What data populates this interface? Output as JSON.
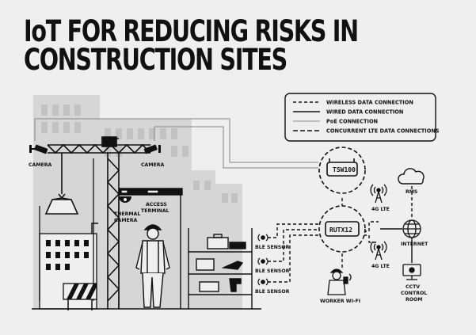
{
  "title": {
    "line1": "IoT FOR REDUCING RISKS IN",
    "line2": "CONSTRUCTION SITES"
  },
  "legend": [
    {
      "label": "WIRELESS DATA CONNECTION",
      "style": "dashed"
    },
    {
      "label": "WIRED DATA CONNECTION",
      "style": "solid"
    },
    {
      "label": "PoE CONNECTION",
      "style": "thin"
    },
    {
      "label": "CONCURRENT LTE DATA CONNECTIONS",
      "style": "dashed"
    }
  ],
  "labels": {
    "camera_left": "CAMERA",
    "camera_right": "CAMERA",
    "thermal_camera": [
      "THERMAL",
      "CAMERA"
    ],
    "access_terminal": [
      "ACCESS",
      "TERMINAL"
    ],
    "ble_sensor_1": "BLE SENSOR",
    "ble_sensor_2": "BLE SENSOR",
    "ble_sensor_3": "BLE SENSOR",
    "worker_wifi": "WORKER WI-FI",
    "lte_top": "4G LTE",
    "lte_bottom": "4G LTE",
    "rms": "RMS",
    "internet": "INTERNET",
    "cctv": [
      "CCTV",
      "CONTROL",
      "ROOM"
    ]
  },
  "devices": {
    "switch": "TSW100",
    "router": "RUTX12"
  },
  "colors": {
    "background": "#efefef",
    "ink": "#111111",
    "building_shade": "#d4d4d4",
    "poe_line": "#9a9a9a"
  }
}
